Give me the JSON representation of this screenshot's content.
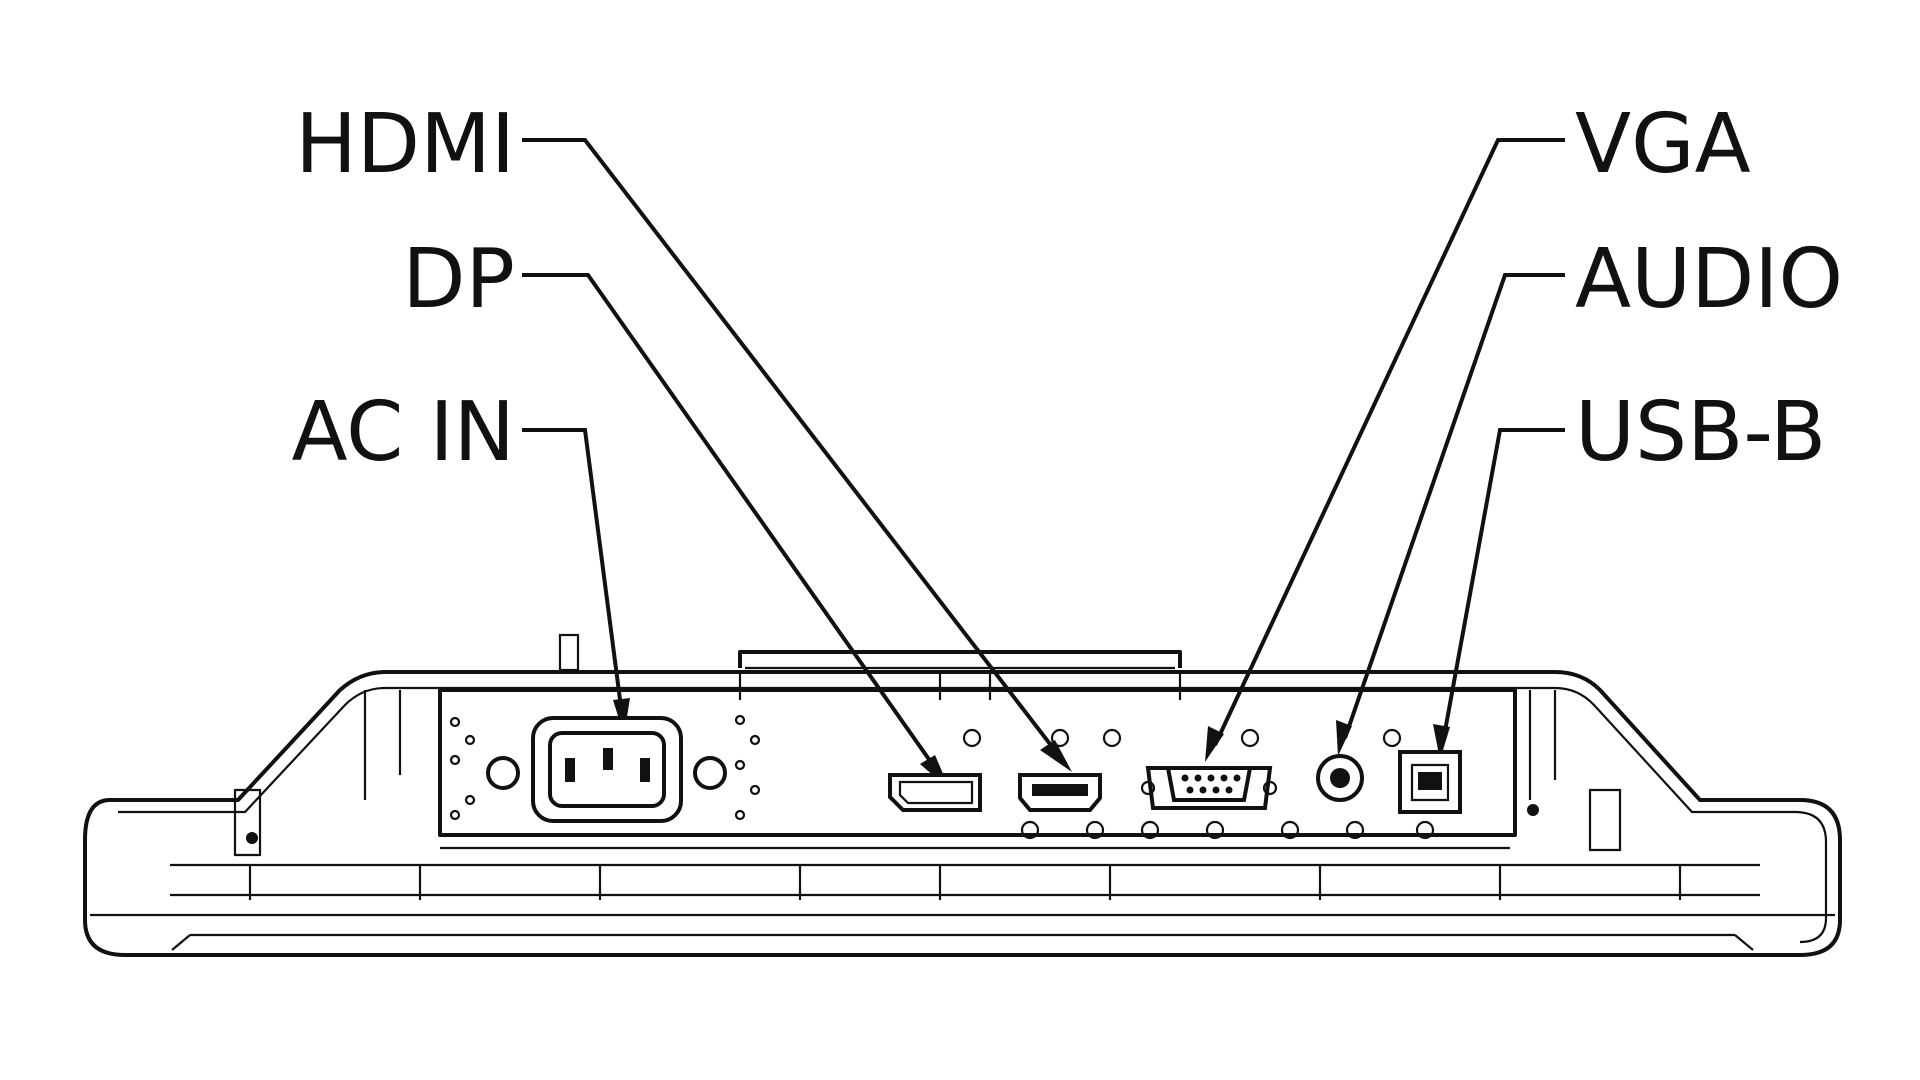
{
  "colors": {
    "line": "#111111",
    "background": "#ffffff"
  },
  "labels": {
    "hdmi": "HDMI",
    "dp": "DP",
    "ac_in": "AC IN",
    "vga": "VGA",
    "audio": "AUDIO",
    "usb_b": "USB-B"
  }
}
